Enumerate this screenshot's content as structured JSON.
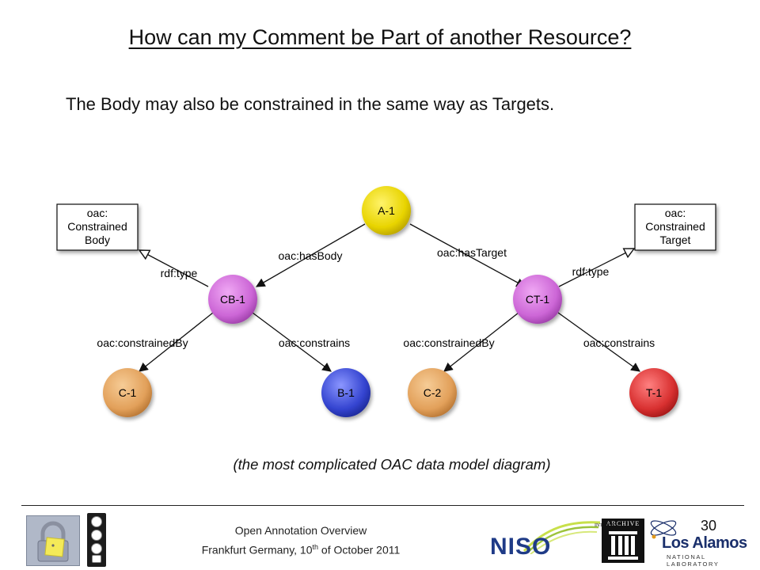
{
  "title": "How can my Comment be Part of another Resource?",
  "subtitle": "The Body may also be constrained in the same way as Targets.",
  "caption": "(the most complicated OAC data model diagram)",
  "nodes": {
    "a1": {
      "label": "A-1",
      "color": "#e8d400"
    },
    "cb1": {
      "label": "CB-1",
      "color": "#cc66d6"
    },
    "ct1": {
      "label": "CT-1",
      "color": "#cc66d6"
    },
    "c1": {
      "label": "C-1",
      "color": "#e2a05a"
    },
    "b1": {
      "label": "B-1",
      "color": "#3444d0"
    },
    "c2": {
      "label": "C-2",
      "color": "#e2a05a"
    },
    "t1": {
      "label": "T-1",
      "color": "#d83030"
    }
  },
  "boxes": {
    "left": {
      "line1": "oac:",
      "line2": "Constrained",
      "line3": "Body"
    },
    "right": {
      "line1": "oac:",
      "line2": "Constrained",
      "line3": "Target"
    }
  },
  "edges": {
    "has_body": "oac:hasBody",
    "has_target": "oac:hasTarget",
    "type_left": "rdf:type",
    "type_right": "rdf:type",
    "constrained_by_left": "oac:constrainedBy",
    "constrains_left": "oac:constrains",
    "constrained_by_right": "oac:constrainedBy",
    "constrains_right": "oac:constrains"
  },
  "footer": {
    "line1": "Open Annotation Overview",
    "line2_pre": "Frankfurt Germany, 10",
    "line2_sup": "th",
    "line2_post": " of October 2011",
    "page_number": "30",
    "niso": "NISO",
    "archive": "ARCHIVE",
    "archive_side": "INTERNET",
    "los_alamos": "Los Alamos",
    "los_alamos_sub": "NATIONAL LABORATORY"
  }
}
